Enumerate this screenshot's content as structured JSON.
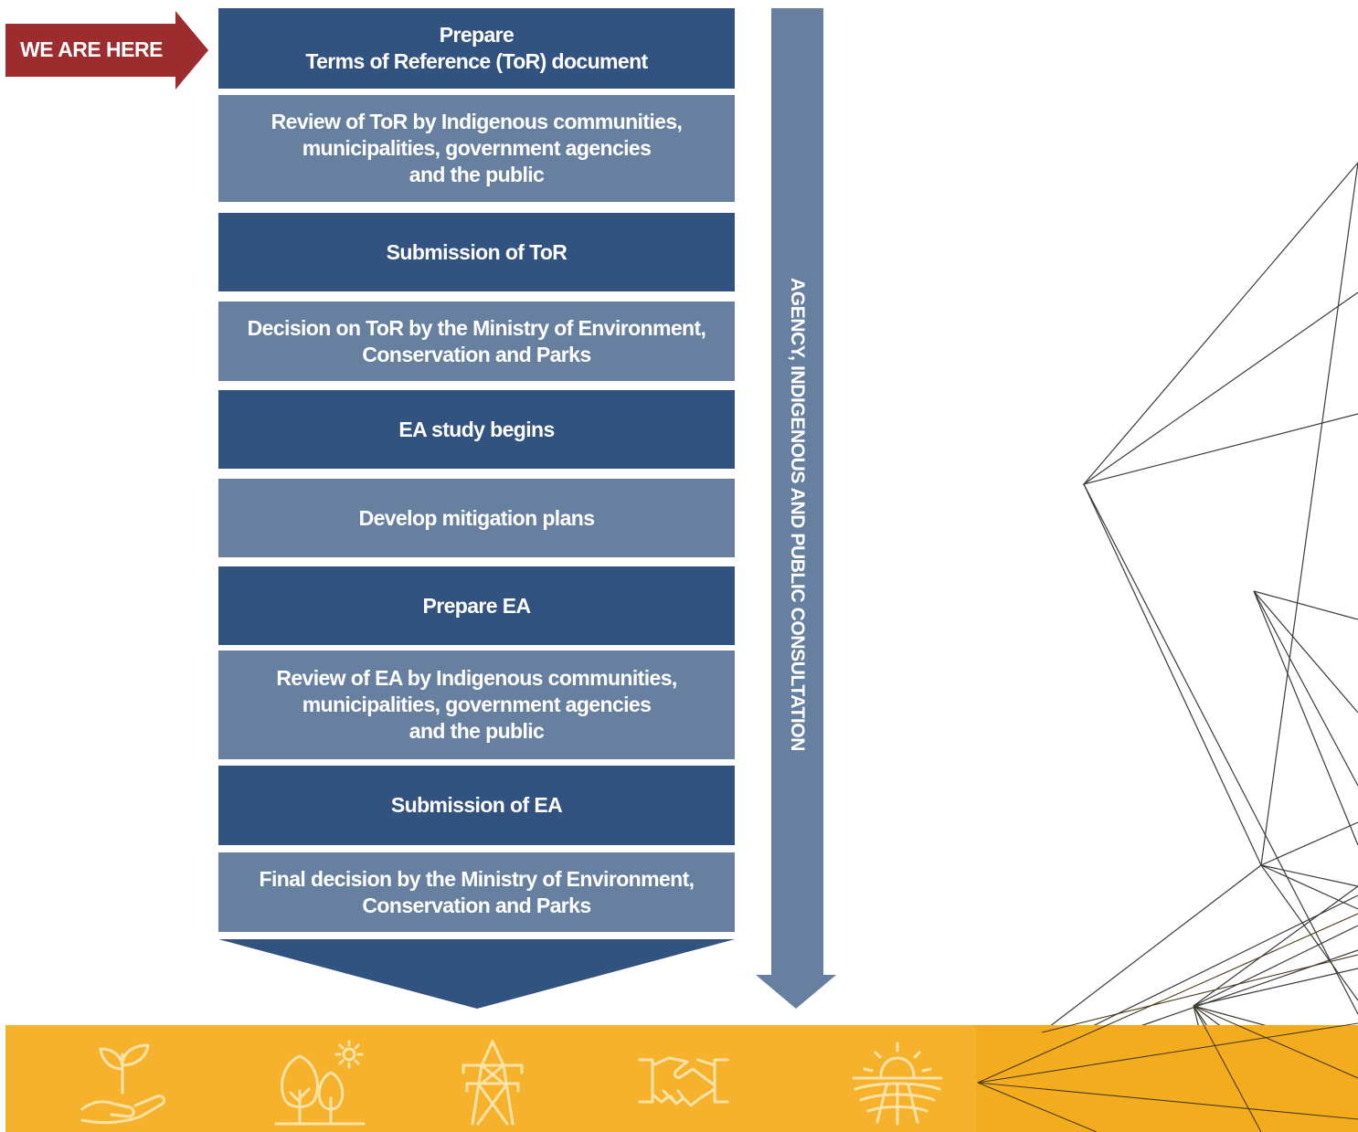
{
  "marker": {
    "label": "WE ARE HERE",
    "color": "#9c2c2e"
  },
  "steps": [
    {
      "text": "Prepare\nTerms of Reference (ToR) document",
      "style": "dark"
    },
    {
      "text": "Review of ToR by Indigenous communities,\nmunicipalities, government agencies\nand the public",
      "style": "light"
    },
    {
      "text": "Submission of ToR",
      "style": "dark"
    },
    {
      "text": "Decision on ToR by the Ministry of Environment,\nConservation and Parks",
      "style": "light"
    },
    {
      "text": "EA study begins",
      "style": "dark"
    },
    {
      "text": "Develop mitigation plans",
      "style": "light"
    },
    {
      "text": "Prepare EA",
      "style": "dark"
    },
    {
      "text": "Review of EA by Indigenous communities,\nmunicipalities, government agencies\nand the public",
      "style": "light"
    },
    {
      "text": "Submission of EA",
      "style": "dark"
    },
    {
      "text": "Final decision by the Ministry of Environment,\nConservation and Parks",
      "style": "light"
    }
  ],
  "consultation": {
    "label": "AGENCY, INDIGENOUS AND PUBLIC CONSULTATION",
    "color": "#6880a0"
  },
  "colors": {
    "dark_step": "#325280",
    "light_step": "#6880a0",
    "footer": "#f6b22d",
    "footer_icons": "#fbe3a8",
    "network_lines": "#3a3a3a"
  },
  "footer": {
    "icons": [
      "hand-plant-icon",
      "trees-icon",
      "transmission-tower-icon",
      "handshake-icon",
      "sun-fields-icon"
    ]
  }
}
